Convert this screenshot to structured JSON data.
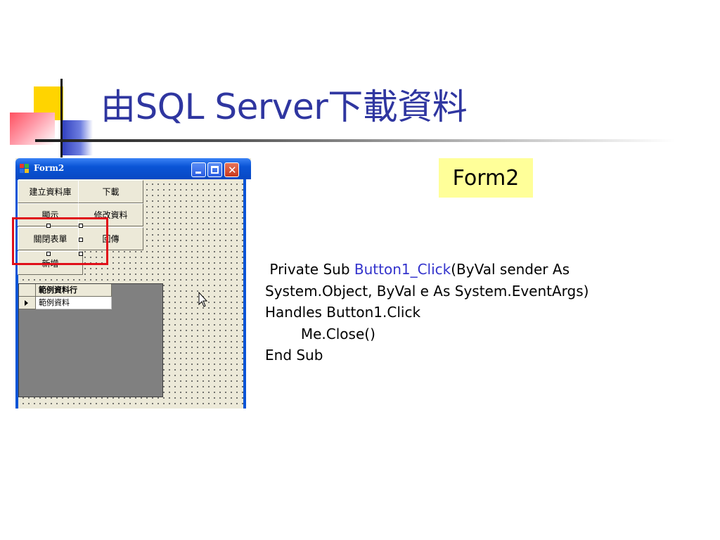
{
  "slide": {
    "title": "由SQL Server下載資料",
    "badge": "Form2"
  },
  "window": {
    "title": "Form2",
    "buttons": [
      {
        "id": "create-db",
        "label": "建立資料庫"
      },
      {
        "id": "download",
        "label": "下載"
      },
      {
        "id": "show",
        "label": "顯示"
      },
      {
        "id": "modify",
        "label": "修改資料"
      },
      {
        "id": "close-form",
        "label": "關閉表單"
      },
      {
        "id": "upload",
        "label": "回傳"
      },
      {
        "id": "add",
        "label": "新增"
      }
    ],
    "grid": {
      "column_header": "範例資料行",
      "rows": [
        "範例資料"
      ]
    }
  },
  "code": {
    "line1_prefix": " Private Sub ",
    "line1_method": "Button1_Click",
    "line1_suffix": "(ByVal sender As",
    "line2": "System.Object, ByVal e As System.EventArgs)",
    "line3": "Handles Button1.Click",
    "line4": "        Me.Close()",
    "line5": "End Sub"
  },
  "colors": {
    "title": "#2f36a0",
    "highlight": "#e0101a",
    "badge_bg": "#ffff99",
    "method_name": "#3333cc"
  }
}
